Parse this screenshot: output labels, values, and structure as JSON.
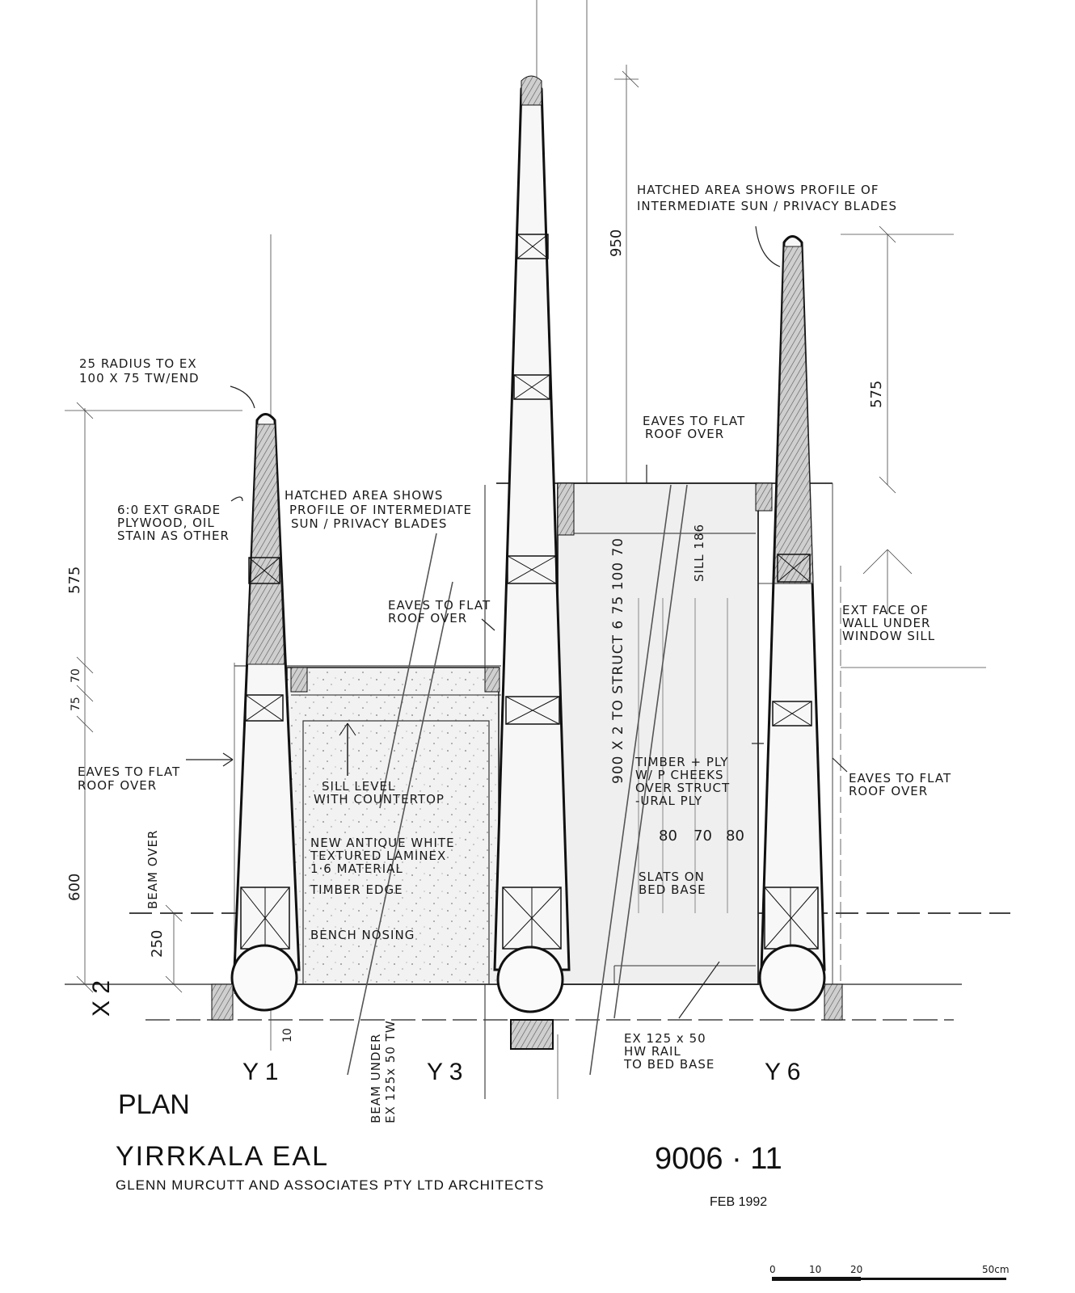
{
  "title": {
    "view": "PLAN",
    "project": "YIRRKALA EAL",
    "number": "9006 · 11",
    "firm": "GLENN MURCUTT AND ASSOCIATES PTY LTD ARCHITECTS",
    "date": "FEB 1992"
  },
  "grid_labels": {
    "x2": "X 2",
    "y1": "Y 1",
    "y3": "Y 3",
    "y6": "Y 6"
  },
  "notes": {
    "hatch_right_1": "HATCHED AREA SHOWS PROFILE OF",
    "hatch_right_2": "INTERMEDIATE SUN / PRIVACY BLADES",
    "radius_1": "25 RADIUS TO EX",
    "radius_2": "100 X 75 TW/END",
    "ply_1": "6:0 EXT GRADE",
    "ply_2": "PLYWOOD, OIL",
    "ply_3": "STAIN AS OTHER",
    "hatch_mid_1": "HATCHED AREA SHOWS",
    "hatch_mid_2": "PROFILE OF INTERMEDIATE",
    "hatch_mid_3": "SUN / PRIVACY BLADES",
    "eaves_top_1": "EAVES TO FLAT",
    "eaves_top_2": "ROOF OVER",
    "eaves_mid_1": "EAVES TO FLAT",
    "eaves_mid_2": "ROOF OVER",
    "eaves_left_1": "EAVES TO FLAT",
    "eaves_left_2": "ROOF OVER",
    "eaves_right_1": "EAVES TO FLAT",
    "eaves_right_2": "ROOF OVER",
    "extface_1": "EXT FACE OF",
    "extface_2": "WALL UNDER",
    "extface_3": "WINDOW SILL",
    "sill_1": "SILL LEVEL",
    "sill_2": "WITH COUNTERTOP",
    "laminex_1": "NEW ANTIQUE WHITE",
    "laminex_2": "TEXTURED LAMINEX",
    "laminex_3": "1·6 MATERIAL",
    "timber_edge": "TIMBER EDGE",
    "bench": "BENCH NOSING",
    "timber_ply_1": "TIMBER + PLY",
    "timber_ply_2": "W/ P CHEEKS",
    "timber_ply_3": "OVER STRUCT",
    "timber_ply_4": "-URAL PLY",
    "slats_1": "SLATS ON",
    "slats_2": "BED BASE",
    "rail_1": "EX 125 x 50",
    "rail_2": "HW RAIL",
    "rail_3": "TO BED BASE",
    "beam_under_1": "BEAM UNDER",
    "beam_under_2": "EX 125x 50 TW",
    "beam_over": "BEAM OVER",
    "struct_dim": "900 X 2 TO STRUCT 6 75 100 70",
    "sill_186": "SILL 186"
  },
  "dimensions": {
    "d950": "950",
    "d575_right": "575",
    "d575_left": "575",
    "d75": "75",
    "d70": "70",
    "d600": "600",
    "d250": "250",
    "d10": "10",
    "d80a": "80",
    "d70b": "70",
    "d80b": "80"
  },
  "scale_bar": {
    "ticks": [
      "0",
      "10",
      "20",
      "50cm"
    ]
  }
}
